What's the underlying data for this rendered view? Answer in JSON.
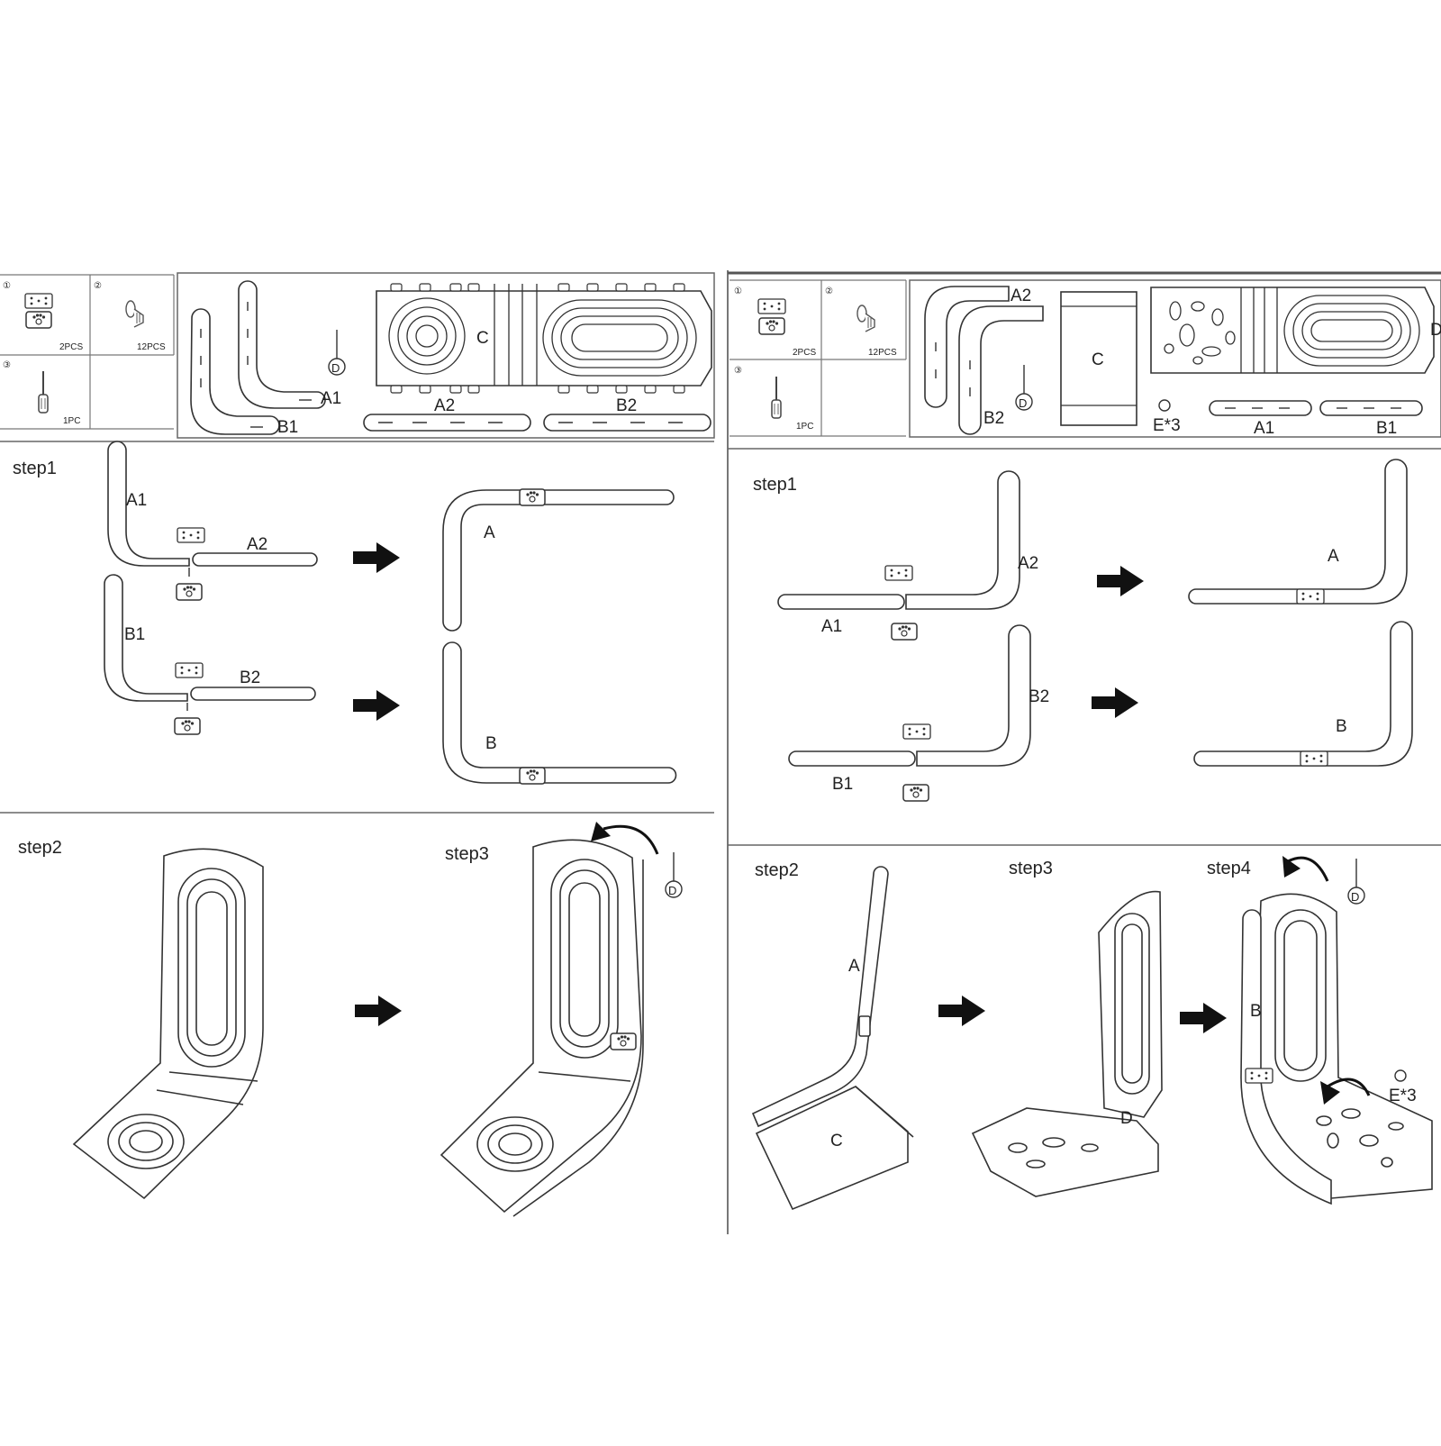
{
  "left": {
    "parts": {
      "num1": "①",
      "num2": "②",
      "num3": "③",
      "qty1": "2PCS",
      "qty2": "12PCS",
      "qty3": "1PC"
    },
    "labels": {
      "A1": "A1",
      "A2": "A2",
      "B1": "B1",
      "B2": "B2",
      "C": "C",
      "D": "D",
      "A": "A",
      "B": "B"
    },
    "steps": {
      "s1": "step1",
      "s2": "step2",
      "s3": "step3"
    }
  },
  "right": {
    "parts": {
      "num1": "①",
      "num2": "②",
      "num3": "③",
      "qty1": "2PCS",
      "qty2": "12PCS",
      "qty3": "1PC"
    },
    "labels": {
      "A1": "A1",
      "A2": "A2",
      "B1": "B1",
      "B2": "B2",
      "C": "C",
      "D": "D",
      "E3": "E*3",
      "A": "A",
      "B": "B"
    },
    "steps": {
      "s1": "step1",
      "s2": "step2",
      "s3": "step3",
      "s4": "step4"
    }
  },
  "icons": [
    "paw-bracket-icon",
    "screw-icon",
    "screwdriver-icon",
    "arrow-right-icon",
    "curved-arrow-icon"
  ]
}
